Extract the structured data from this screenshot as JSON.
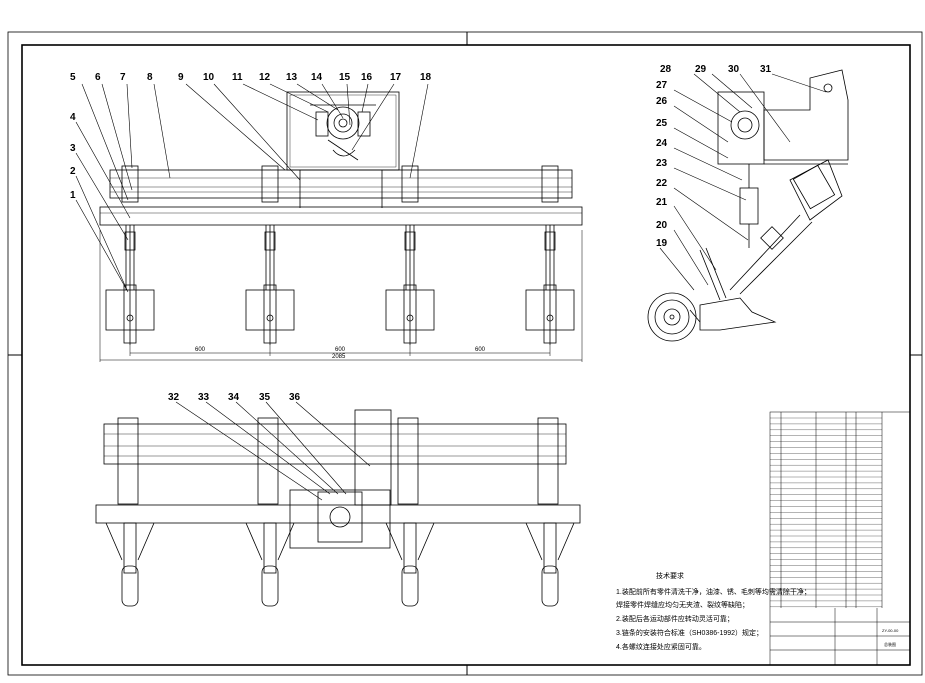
{
  "callouts_front": [
    "1",
    "2",
    "3",
    "4",
    "5",
    "6",
    "7",
    "8",
    "9",
    "10",
    "11",
    "12",
    "13",
    "14",
    "15",
    "16",
    "17",
    "18"
  ],
  "callouts_side": [
    "19",
    "20",
    "21",
    "22",
    "23",
    "24",
    "25",
    "26",
    "27",
    "28",
    "29",
    "30",
    "31"
  ],
  "callouts_top": [
    "32",
    "33",
    "34",
    "35",
    "36"
  ],
  "dimensions": {
    "span_1": "600",
    "span_2": "600",
    "span_3": "600",
    "overall": "2085"
  },
  "notes": {
    "title": "技术要求",
    "lines": [
      "1.装配前所有零件清洗干净，油漆、锈、毛刺等均需清除干净；",
      "焊接零件焊缝应均匀无夹渣、裂纹等缺陷；",
      "2.装配后各运动部件应转动灵活可靠；",
      "3.链条的安装符合标准（SH0386-1992）规定；",
      "4.各螺纹连接处应紧固可靠。"
    ]
  },
  "title_block": {
    "drawing_no": "ZY-00-00",
    "drawing_name": "总装图"
  }
}
